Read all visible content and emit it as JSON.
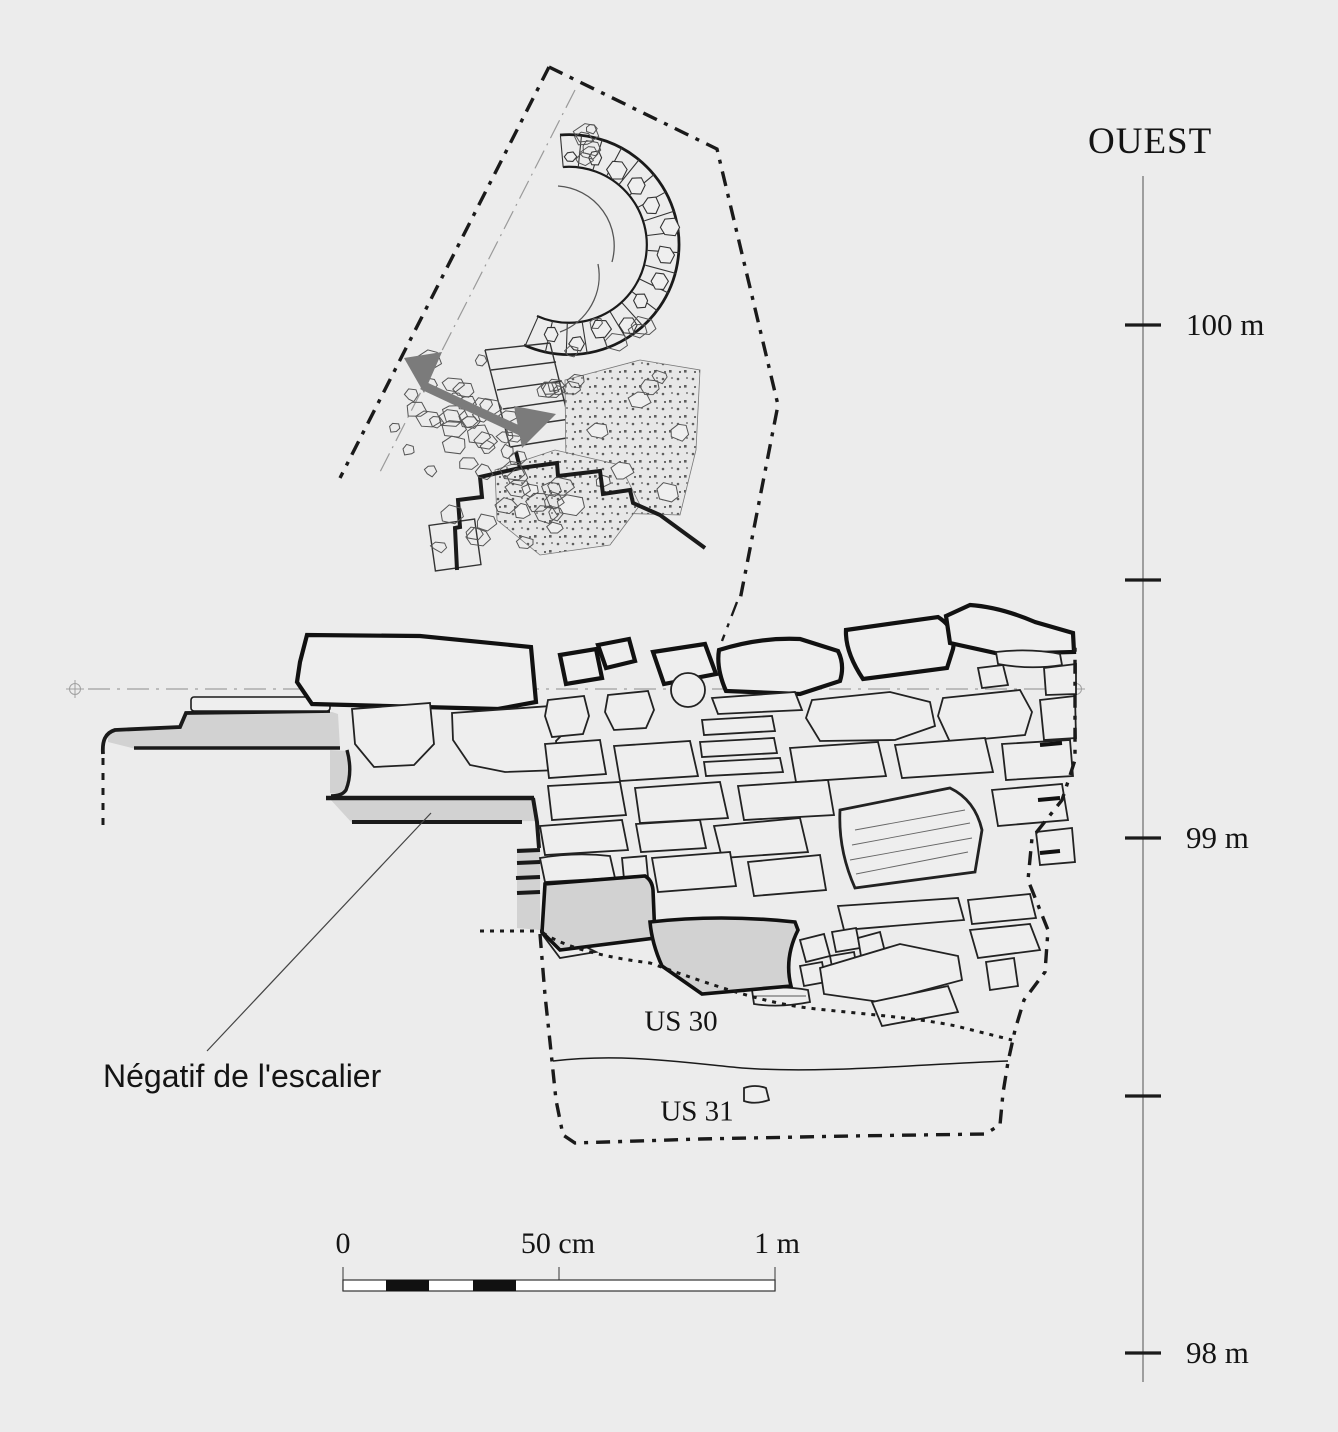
{
  "figure": {
    "orientation_label": "OUEST",
    "annotation": "Négatif de l'escalier",
    "strata": {
      "us30": "US 30",
      "us31": "US 31"
    },
    "elevation_ruler": {
      "tick_labels": [
        "100 m",
        "99 m",
        "98 m"
      ]
    },
    "scale_bar": {
      "start": "0",
      "middle": "50 cm",
      "end": "1 m"
    },
    "colors": {
      "background": "#ececec",
      "line": "#1a1a1a",
      "stone_fill": "#eeeeee",
      "gray_fill": "#d2d2d2",
      "section_marker_gray": "#7b7b7b",
      "datum_gray": "#a0a0a0"
    }
  }
}
